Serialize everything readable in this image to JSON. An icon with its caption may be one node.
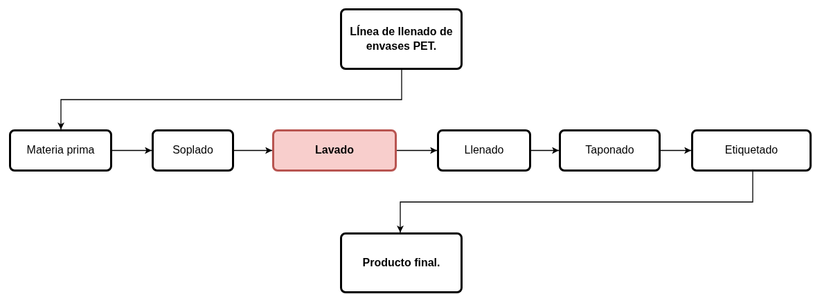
{
  "diagram": {
    "nodes": [
      {
        "text": [
          "LÍnea de llenado de envases PET."
        ]
      },
      {
        "text": [
          "Materia prima"
        ]
      },
      {
        "text": [
          "Soplado"
        ]
      },
      {
        "text": [
          "Lavado"
        ]
      },
      {
        "text": [
          "Llenado"
        ]
      },
      {
        "text": [
          "Taponado"
        ]
      },
      {
        "text": [
          "Etiquetado"
        ]
      },
      {
        "text": [
          "Producto final."
        ]
      }
    ],
    "edges": [
      {
        "from": 0,
        "to": 1,
        "arrow": "to"
      },
      {
        "from": 1,
        "to": 2,
        "arrow": "to"
      },
      {
        "from": 2,
        "to": 3,
        "arrow": "to"
      },
      {
        "from": 3,
        "to": 4,
        "arrow": "to"
      },
      {
        "from": 4,
        "to": 5,
        "arrow": "to"
      },
      {
        "from": 5,
        "to": 6,
        "arrow": "to"
      },
      {
        "from": 6,
        "to": 7,
        "arrow": "to"
      }
    ]
  }
}
